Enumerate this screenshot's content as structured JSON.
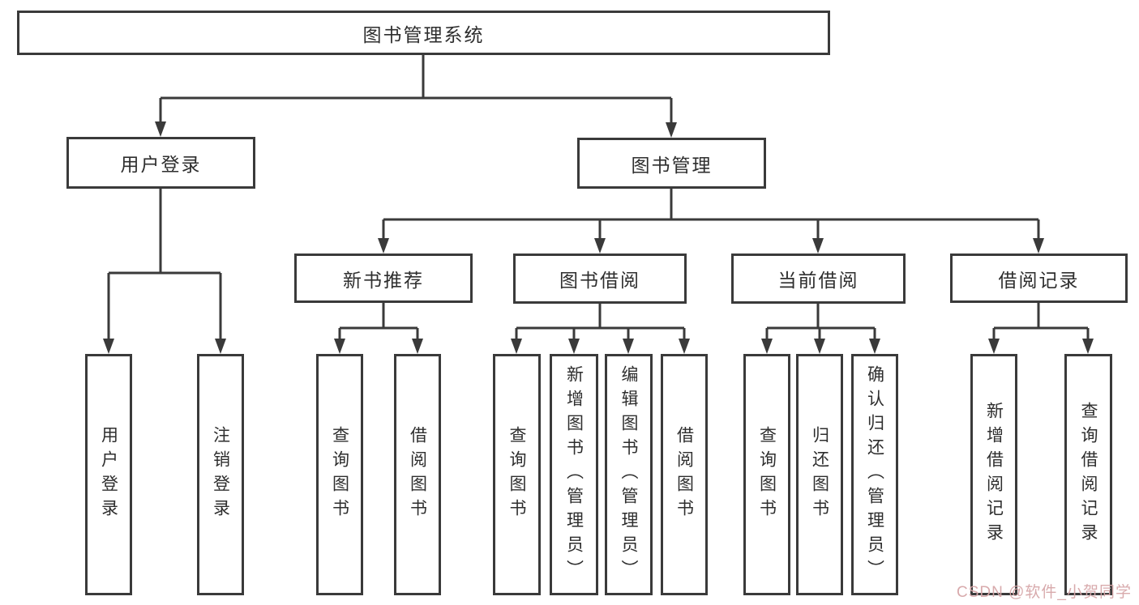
{
  "colors": {
    "line": "#3a3a3a",
    "box_border": "#3a3a3a",
    "text": "#2e2e2e",
    "background": "#ffffff",
    "watermark_text_color": "#d6a5a8"
  },
  "diagram": {
    "root": {
      "label": "图书管理系统"
    },
    "level2": [
      {
        "label": "用户登录"
      },
      {
        "label": "图书管理"
      }
    ],
    "level3": [
      {
        "label": "新书推荐"
      },
      {
        "label": "图书借阅"
      },
      {
        "label": "当前借阅"
      },
      {
        "label": "借阅记录"
      }
    ],
    "leaves": {
      "user_login": [
        "用户登录",
        "注销登录"
      ],
      "new_book_recommend": [
        "查询图书",
        "借阅图书"
      ],
      "book_borrow": [
        "查询图书",
        "新增图书（管理员）",
        "编辑图书（管理员）",
        "借阅图书"
      ],
      "current_borrow": [
        "查询图书",
        "归还图书",
        "确认归还（管理员）"
      ],
      "borrow_records": [
        "新增借阅记录",
        "查询借阅记录"
      ]
    }
  },
  "watermark": {
    "text": "CSDN @软件_小贺同学"
  }
}
